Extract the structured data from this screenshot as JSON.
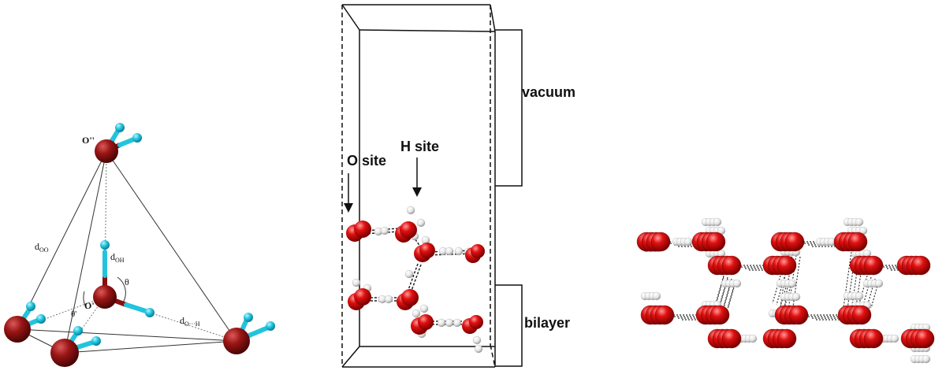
{
  "tetrahedron": {
    "labels": {
      "o_top": "O''",
      "o_center": "O'",
      "d_oo": "d",
      "d_oo_sub": "OO",
      "d_oh": "d",
      "d_oh_sub": "OH",
      "theta": "θ",
      "theta_prime": "θ'",
      "d_ohb": "d",
      "d_ohb_sub": "O···H"
    },
    "colors": {
      "oxygen": "#8b0e0e",
      "hydrogen": "#22c4dd",
      "bond_oh": "#8b0e0e",
      "edge": "#333333"
    }
  },
  "supercell": {
    "labels": {
      "vacuum": "vacuum",
      "bilayer": "bilayer",
      "o_site": "O site",
      "h_site": "H site"
    },
    "colors": {
      "oxygen": "#e01010",
      "hydrogen": "#f2f2f2"
    }
  },
  "bilayer_view": {
    "colors": {
      "oxygen": "#e01010",
      "hydrogen": "#f2f2f2"
    }
  }
}
